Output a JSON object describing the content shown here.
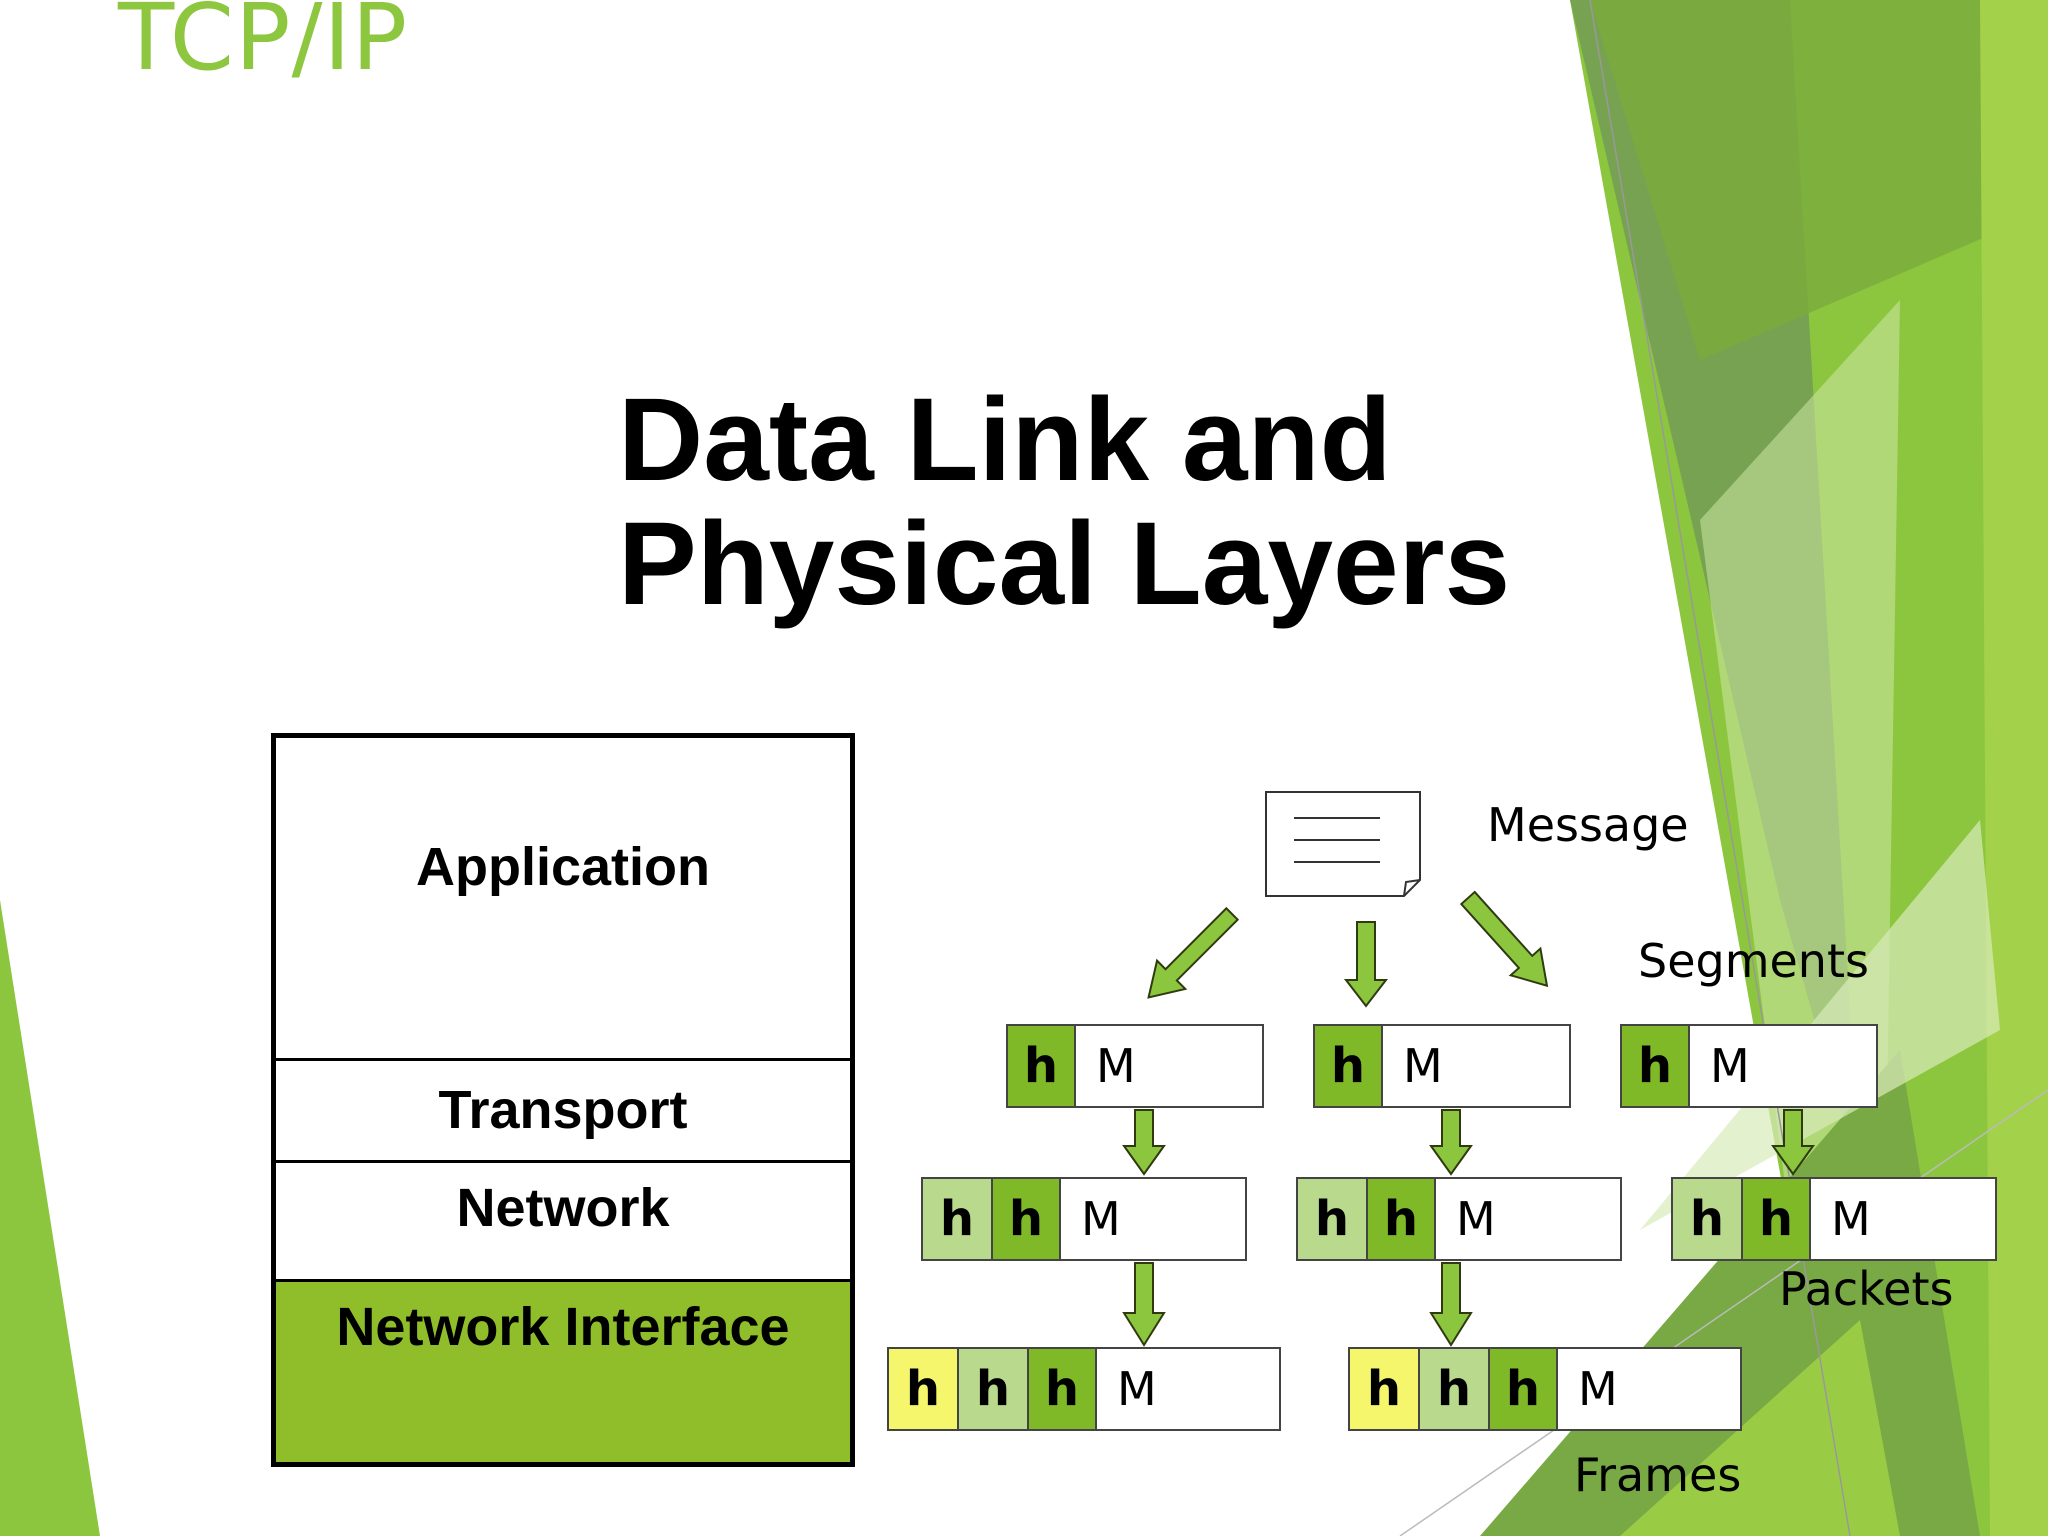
{
  "slide": {
    "corner_title": "TCP/IP",
    "title_line1": "Data Link and",
    "title_line2": "Physical Layers"
  },
  "stack": {
    "application": "Application",
    "transport": "Transport",
    "network": "Network",
    "network_interface": "Network Interface"
  },
  "diagram": {
    "labels": {
      "message": "Message",
      "segments": "Segments",
      "packets": "Packets",
      "frames": "Frames"
    },
    "header": "h",
    "payload": "M"
  },
  "colors": {
    "accent_green": "#8dc63f",
    "header_green": "#7fb928",
    "header_light_green": "#b9d98c",
    "header_yellow": "#f5f66b",
    "network_interface_fill": "#8fbe2a"
  }
}
